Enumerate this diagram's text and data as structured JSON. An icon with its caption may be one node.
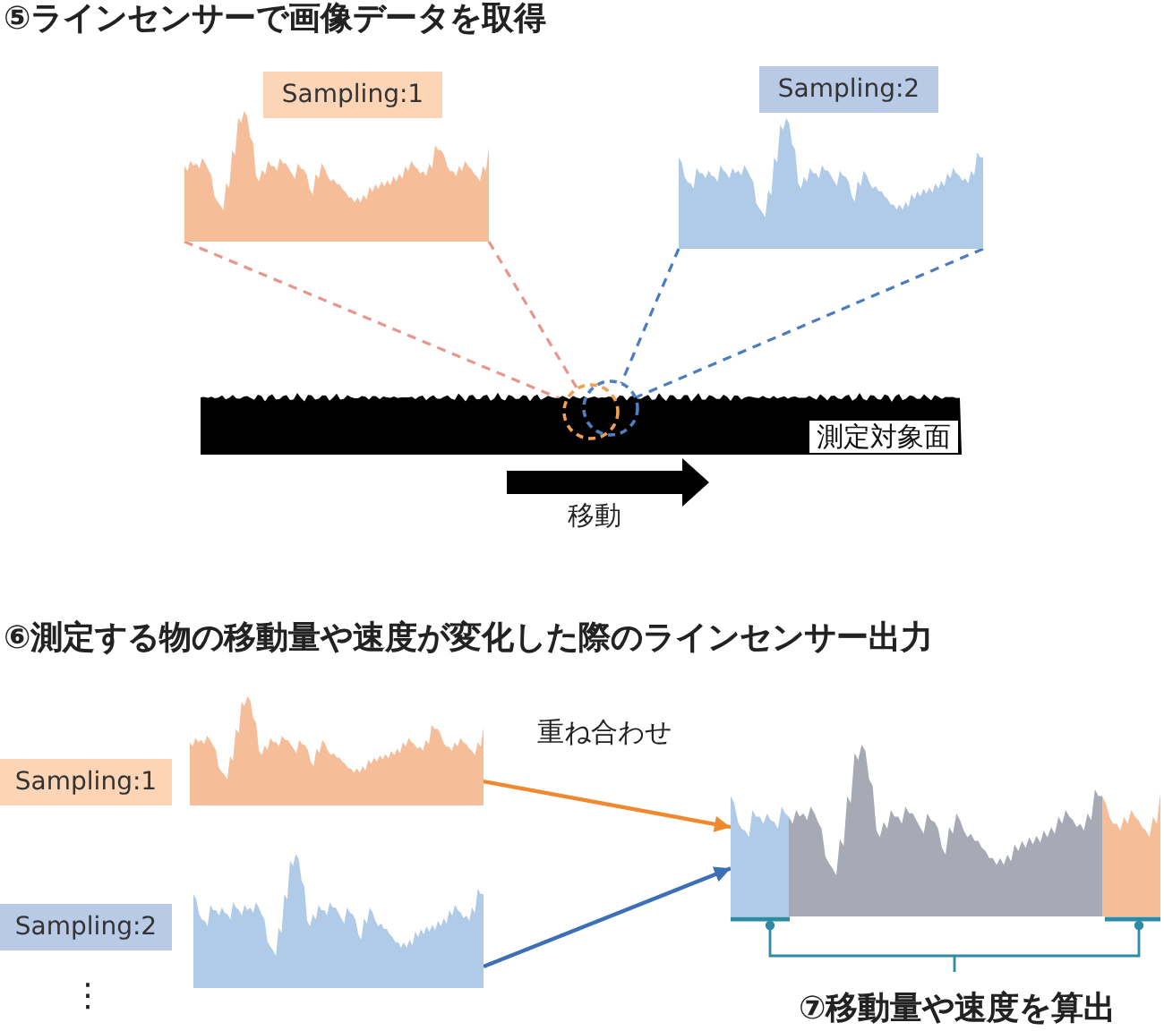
{
  "diagram": {
    "nodes": [
      {
        "text": [
          "Sampling:1"
        ]
      },
      {
        "text": [],
        "shape": "picture"
      },
      {
        "text": [
          "Sampling:2"
        ]
      },
      {
        "text": [],
        "shape": "picture"
      },
      {
        "text": [
          "測定対象面"
        ]
      },
      {
        "text": [],
        "shape": "circle"
      },
      {
        "text": [],
        "shape": "circle"
      },
      {
        "text": [
          "Sampling:1"
        ]
      },
      {
        "text": [],
        "shape": "picture"
      },
      {
        "text": [
          "Sampling:2"
        ]
      },
      {
        "text": [],
        "shape": "picture"
      },
      {
        "text": [],
        "shape": "picture"
      }
    ],
    "edges": [
      {
        "from": 1,
        "to": 5,
        "arrow": "none",
        "style": "dashed",
        "color": "#e8968c"
      },
      {
        "from": 1,
        "to": 5,
        "arrow": "none",
        "style": "dashed",
        "color": "#e8968c"
      },
      {
        "from": 3,
        "to": 6,
        "arrow": "none",
        "style": "dashed",
        "color": "#4a7cc0"
      },
      {
        "from": 3,
        "to": 6,
        "arrow": "none",
        "style": "dashed",
        "color": "#4a7cc0"
      },
      {
        "from": 8,
        "to": 11,
        "arrow": "to",
        "color": "#f0882e"
      },
      {
        "from": 10,
        "to": 11,
        "arrow": "to",
        "color": "#3d6fb6"
      }
    ],
    "labels": [
      "⑤ラインセンサーで画像データを取得",
      "移動",
      "⑥測定する物の移動量や速度が変化した際のラインセンサー出力",
      "重ね合わせ",
      "⋮",
      "⑦移動量や速度を算出"
    ]
  }
}
